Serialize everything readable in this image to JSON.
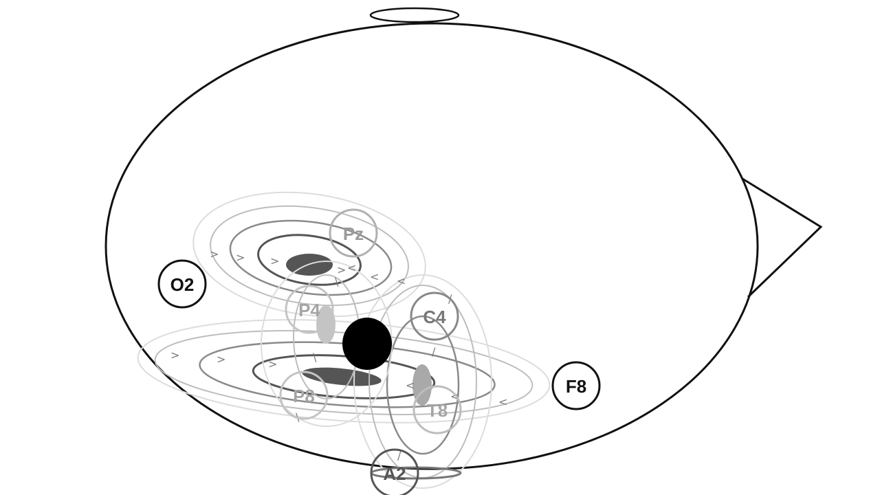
{
  "figure": {
    "title": "",
    "colors": {
      "outline": "#111111",
      "field_dark": "#555555",
      "field_mid": "#8a8a8a",
      "field_light": "#bdbdbd",
      "field_faint": "#dcdcdc",
      "label_faded": "#9a9a9a",
      "label_strong": "#111111",
      "source": "#000000"
    }
  },
  "head": {
    "features": [
      "vertex-marker",
      "nose",
      "head-outline"
    ]
  },
  "electrodes": [
    {
      "id": "O2",
      "label": "O2",
      "emphasis": "strong"
    },
    {
      "id": "Pz",
      "label": "Pz",
      "emphasis": "faded"
    },
    {
      "id": "P4",
      "label": "P4",
      "emphasis": "faded"
    },
    {
      "id": "C4",
      "label": "C4",
      "emphasis": "medium"
    },
    {
      "id": "P8",
      "label": "P8",
      "emphasis": "faded"
    },
    {
      "id": "T8",
      "label": "T8",
      "emphasis": "faded"
    },
    {
      "id": "F8",
      "label": "F8",
      "emphasis": "strong"
    },
    {
      "id": "A2",
      "label": "A2",
      "emphasis": "medium"
    }
  ],
  "source": {
    "name": "dipole-source",
    "fill": "#000000"
  },
  "field_systems": [
    {
      "name": "upper-field",
      "rings": 4
    },
    {
      "name": "lower-field",
      "rings": 4
    },
    {
      "name": "vertical-field",
      "rings": 3
    },
    {
      "name": "center-field",
      "rings": 2
    }
  ],
  "flow_arrow_glyphs": [
    ">",
    ">",
    ">",
    ">",
    "<",
    "<",
    "<",
    ">",
    ">",
    ">",
    "<",
    "<",
    "<",
    "/",
    "/",
    "/",
    "\\",
    "\\",
    "\\"
  ]
}
